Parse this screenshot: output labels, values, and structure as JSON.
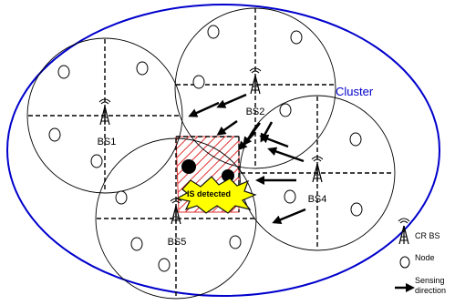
{
  "labels": {
    "cluster": "Cluster",
    "bs1": "BS1",
    "bs2": "BS2",
    "bs4": "BS4",
    "bs5": "BS5",
    "is_detected": "IS detected"
  },
  "legend": {
    "cr_bs": "CR BS",
    "node": "Node",
    "sensing_line1": "Sensing",
    "sensing_line2": "direction"
  },
  "colors": {
    "cluster_ellipse": "#0000cc",
    "cluster_text": "#0000cc",
    "cell_lines": "#000000",
    "hatch": "#e03030",
    "burst_fill": "#ffff00",
    "burst_stroke": "#111111"
  },
  "icons": {
    "base_station": "tower-icon",
    "node": "hollow-circle-icon",
    "interference_source": "filled-circle-icon",
    "sensing": "arrow-icon"
  }
}
